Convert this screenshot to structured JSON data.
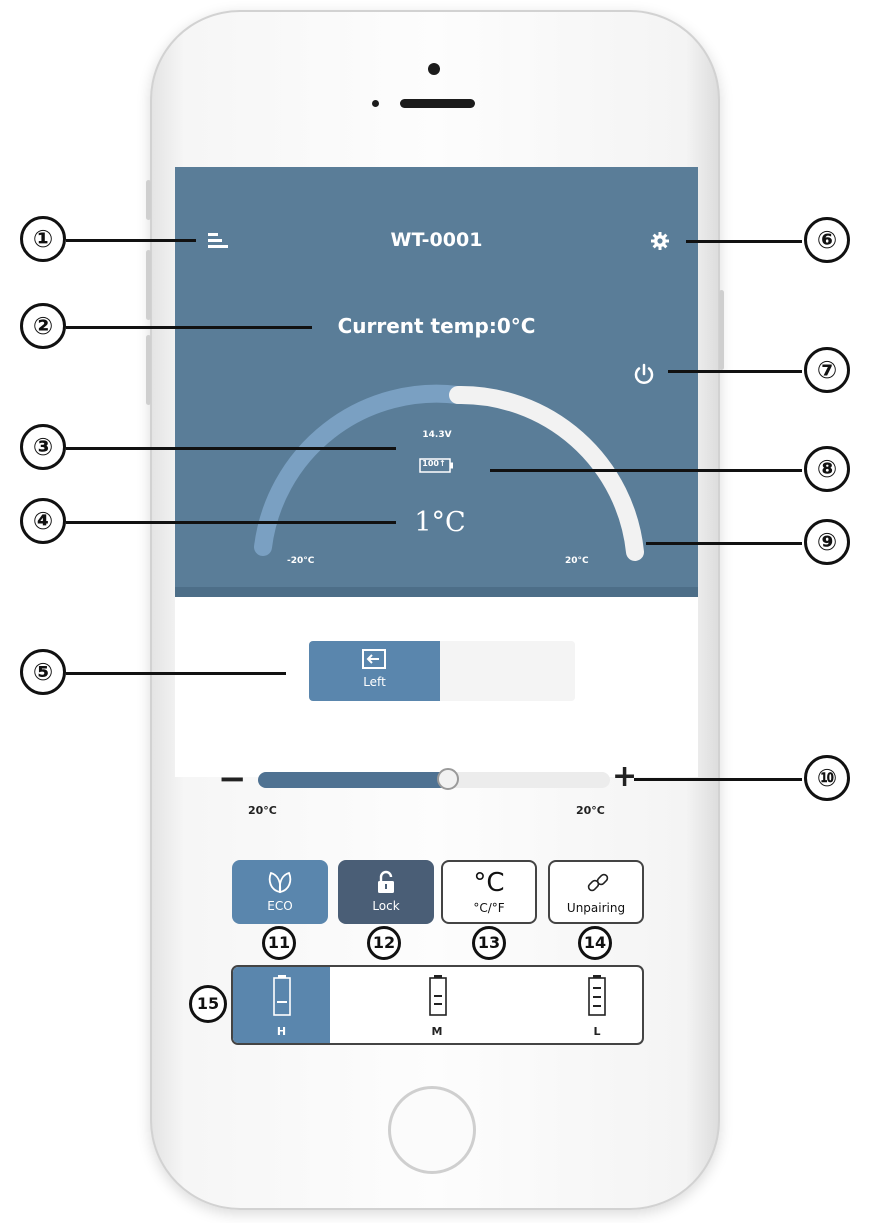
{
  "app": {
    "device_title": "WT-0001",
    "current_temp": "Current temp:0°C",
    "voltage": "14.3V",
    "battery_label": "100↑",
    "set_temperature": "1°C",
    "gauge_min_label": "-20°C",
    "gauge_max_label": "20°C",
    "menu_icon": "menu-icon",
    "settings_icon": "gear-icon",
    "power_icon": "power-icon"
  },
  "zone": {
    "left_label": "Left",
    "right_label": "",
    "selected": "left"
  },
  "slider": {
    "min_label": "20°C",
    "max_label": "20°C",
    "minus": "−",
    "plus": "+",
    "fill_fraction": 0.54
  },
  "functions": [
    {
      "id": "eco",
      "label": "ECO",
      "icon": "leaf-icon",
      "number": "11"
    },
    {
      "id": "lock",
      "label": "Lock",
      "icon": "lock-icon",
      "number": "12"
    },
    {
      "id": "unit",
      "label": "°C/°F",
      "big": "°C",
      "number": "13"
    },
    {
      "id": "unpair",
      "label": "Unpairing",
      "icon": "unlink-icon",
      "number": "14"
    }
  ],
  "levels": {
    "number": "15",
    "items": [
      {
        "label": "H",
        "active": true
      },
      {
        "label": "M",
        "active": false
      },
      {
        "label": "L",
        "active": false
      }
    ]
  },
  "callouts": [
    "①",
    "②",
    "③",
    "④",
    "⑤",
    "⑥",
    "⑦",
    "⑧",
    "⑨",
    "⑩"
  ],
  "colors": {
    "header_bg": "#5a7d98",
    "accent": "#5a86ad",
    "lock_bg": "#4a5e76"
  }
}
